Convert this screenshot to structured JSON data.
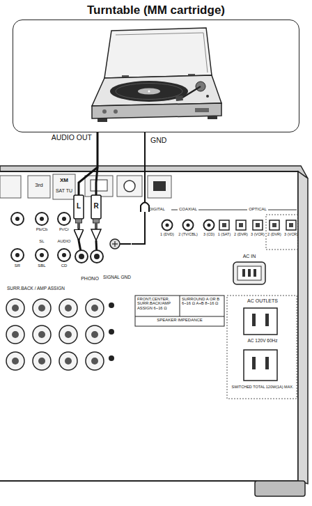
{
  "diagram": {
    "nodes": [
      {
        "text": [
          "Turntable (MM cartridge)"
        ]
      },
      {
        "text": [
          "PHONO"
        ]
      },
      {
        "text": [
          "SIGNAL GND"
        ]
      }
    ],
    "edges": [
      {
        "from": 0,
        "to": 1,
        "label": "AUDIO OUT",
        "arrow": "to"
      },
      {
        "from": 0,
        "to": 2,
        "label": "GND",
        "arrow": "none"
      }
    ],
    "labels": [
      "L",
      "R",
      "3rd",
      "XM",
      "SAT TU",
      "DIGITAL",
      "COAXIAL",
      "OPTICAL",
      "1 (DVD)",
      "2 (TV/CBL)",
      "3 (CD)",
      "1 (SAT)",
      "2 (DVR)",
      "3 (VCR)",
      "2 (DVR)",
      "3 (VCR)",
      "AC IN",
      "Pb/Cb",
      "Pr/Cr",
      "SL",
      "AUDIO",
      "SR",
      "SBL",
      "CD",
      "SURR.BACK / AMP ASSIGN",
      "FRONT,CENTER, SURR.BACK/AMP ASSIGN 6~16 Ω",
      "SURROUND A OR B 6~16 Ω A+B 8~16 Ω",
      "SPEAKER IMPEDANCE",
      "AC OUTLETS",
      "AC 120V 60Hz",
      "SWITCHED TOTAL 120W(1A) MAX."
    ]
  }
}
